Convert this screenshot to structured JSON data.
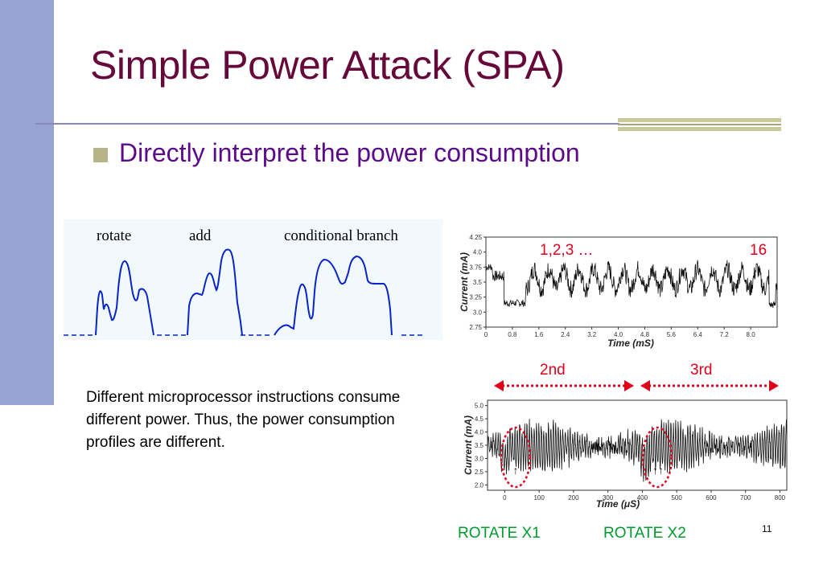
{
  "slide": {
    "title": "Simple Power Attack (SPA)",
    "bullet": "Directly interpret the power consumption",
    "description": "Different microprocessor instructions consume different power. Thus, the power consumption profiles are different.",
    "page_number": "11"
  },
  "waveform": {
    "labels": [
      "rotate",
      "add",
      "conditional branch"
    ],
    "line_color": "#0a24c8",
    "panel_color": "#f1f9fd"
  },
  "chart_data": [
    {
      "type": "line",
      "xlabel": "Time (mS)",
      "ylabel": "Current (mA)",
      "x_ticks": [
        "0",
        "0.8",
        "1.6",
        "2.4",
        "3.2",
        "4.0",
        "4.8",
        "5.6",
        "6.4",
        "7.2",
        "8.0"
      ],
      "y_ticks": [
        "4.25",
        "4.0",
        "3.75",
        "3.5",
        "3.25",
        "3.0",
        "2.75"
      ],
      "xlim": [
        0,
        8.8
      ],
      "ylim": [
        2.75,
        4.25
      ],
      "annotations": [
        "1,2,3 …",
        "16"
      ]
    },
    {
      "type": "line",
      "xlabel": "Time (μS)",
      "ylabel": "Current (mA)",
      "x_ticks": [
        "0",
        "100",
        "200",
        "300",
        "400",
        "500",
        "600",
        "700",
        "800"
      ],
      "y_ticks": [
        "5.0",
        "4.5",
        "4.0",
        "3.5",
        "3.0",
        "2.5",
        "2.0"
      ],
      "xlim": [
        -50,
        820
      ],
      "ylim": [
        1.8,
        5.2
      ],
      "annotations": [
        "2nd",
        "3rd"
      ],
      "markers": [
        "↑",
        "↑↑"
      ],
      "captions": [
        "ROTATE X1",
        "ROTATE X2"
      ]
    }
  ],
  "colors": {
    "title": "#66093a",
    "bullet_text": "#5b0a8a",
    "sidebar": "#97a3d3",
    "annotation_red": "#e0001b",
    "caption_green": "#009b2e"
  }
}
